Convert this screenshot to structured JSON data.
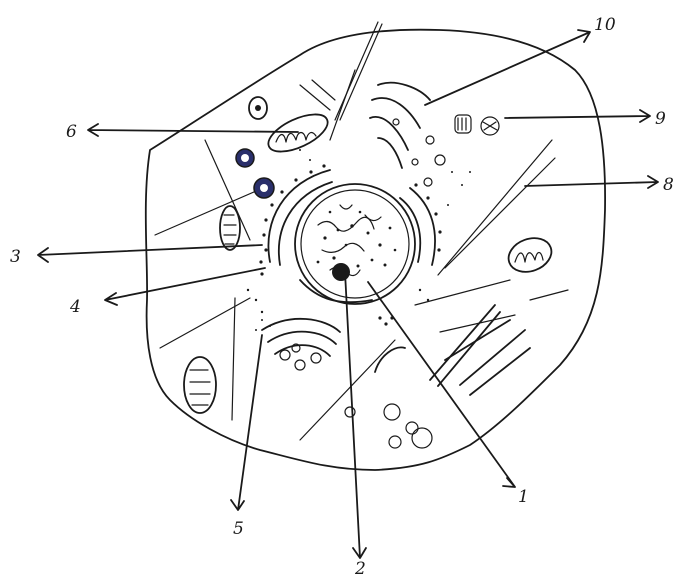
{
  "diagram": {
    "labels": [
      {
        "id": "label-1",
        "text": "1"
      },
      {
        "id": "label-2",
        "text": "2"
      },
      {
        "id": "label-3",
        "text": "3"
      },
      {
        "id": "label-4",
        "text": "4"
      },
      {
        "id": "label-5",
        "text": "5"
      },
      {
        "id": "label-6",
        "text": "6"
      },
      {
        "id": "label-8",
        "text": "8"
      },
      {
        "id": "label-9",
        "text": "9"
      },
      {
        "id": "label-10",
        "text": "10"
      }
    ],
    "colors": {
      "ink": "#1a1a1a",
      "paper": "#ffffff",
      "vesicle_fill": "#2a2f6b"
    }
  }
}
